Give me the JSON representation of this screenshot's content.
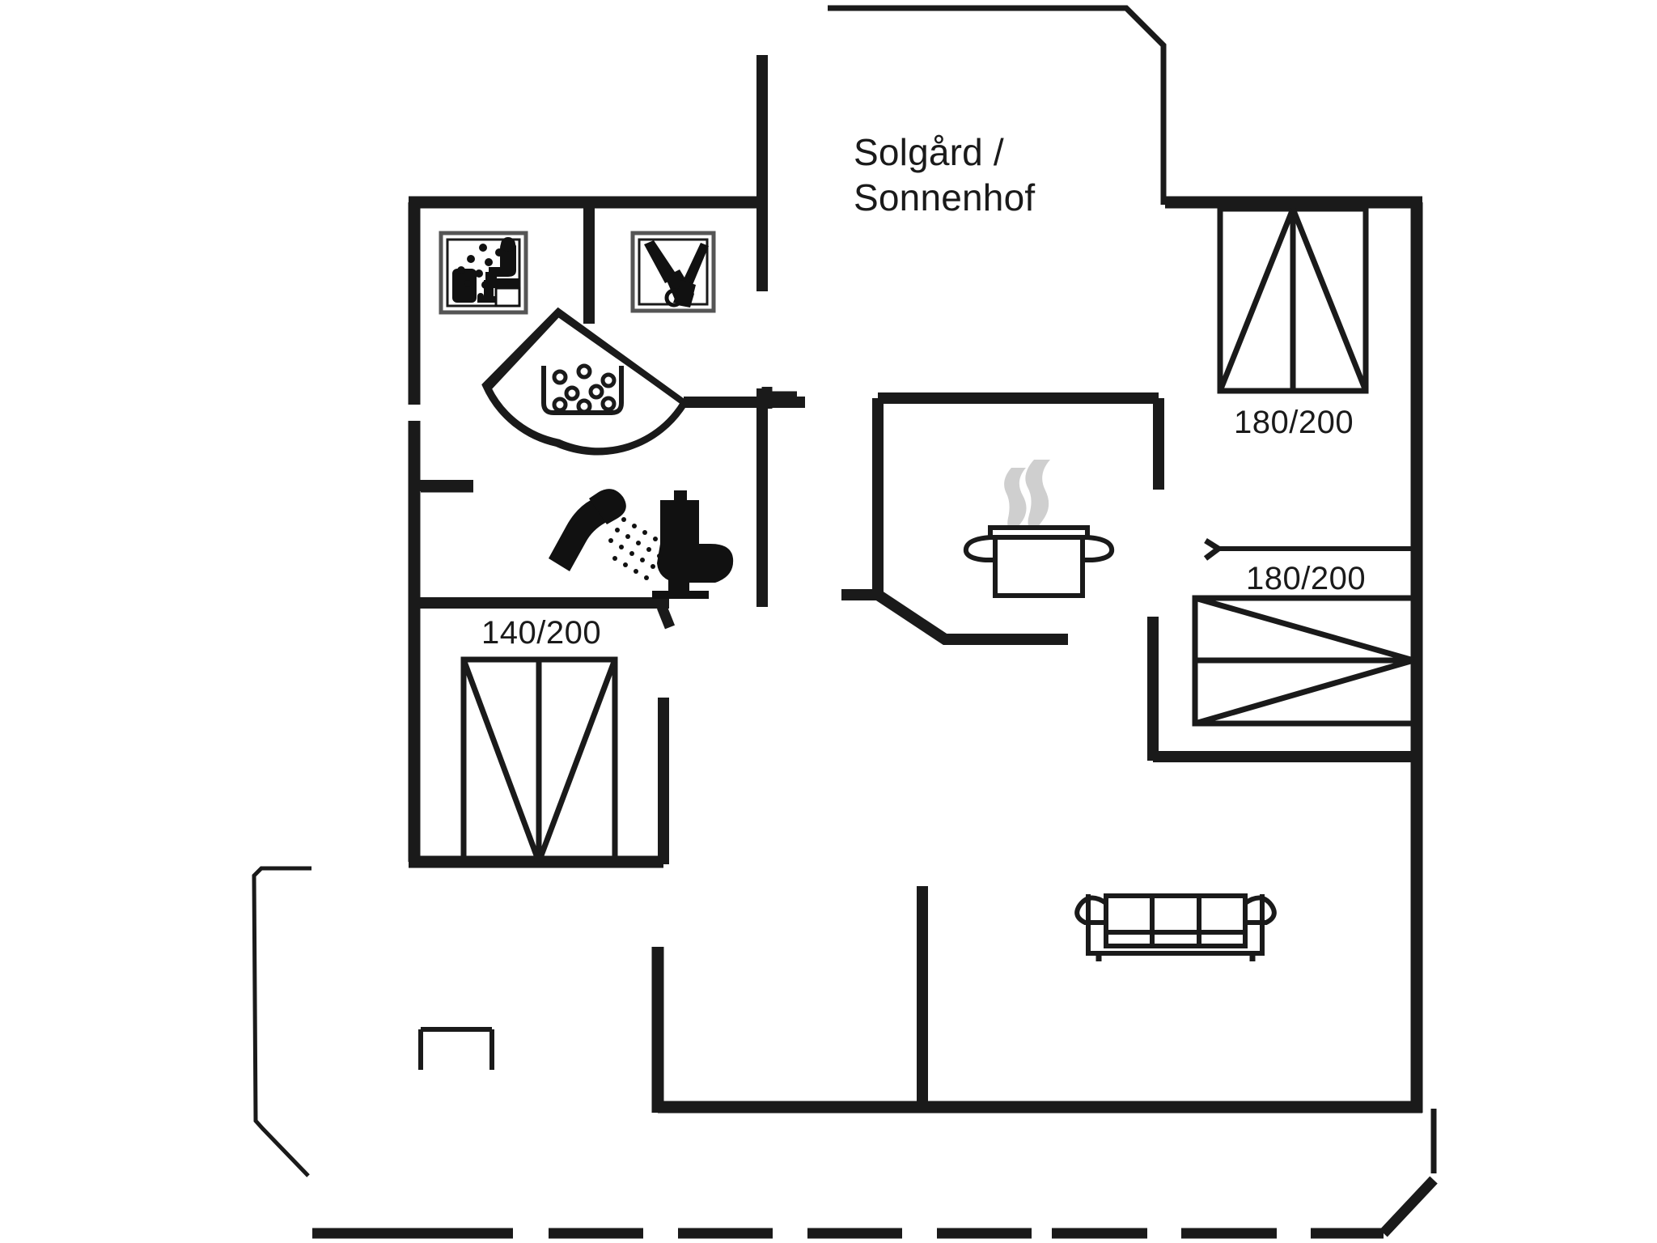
{
  "plan": {
    "title_line1": "Solgård /",
    "title_line2": "Sonnenhof",
    "title": "Solgård /\nSonnenhof",
    "stroke_color": "#1a1a1a",
    "thin_stroke_color": "#1a1a1a",
    "background_color": "#ffffff"
  },
  "beds": [
    {
      "id": "bed-double-top-right",
      "label": "180/200",
      "orientation": "vertical"
    },
    {
      "id": "bed-double-mid-right",
      "label": "180/200",
      "orientation": "horizontal"
    },
    {
      "id": "bed-double-left",
      "label": "140/200",
      "orientation": "vertical"
    }
  ],
  "icons": [
    {
      "id": "sauna-icon",
      "name": "sauna-icon",
      "description": "person seated on sauna bench with stove and steam"
    },
    {
      "id": "utility-icon",
      "name": "utility-room-icon",
      "description": "broom and mop cleaning tools"
    },
    {
      "id": "whirlpool-icon",
      "name": "whirlpool-icon",
      "description": "corner bathtub with bubbles"
    },
    {
      "id": "shower-icon",
      "name": "shower-icon",
      "description": "handheld shower head with spray"
    },
    {
      "id": "toilet-icon",
      "name": "toilet-icon",
      "description": "toilet with cistern"
    },
    {
      "id": "kitchen-icon",
      "name": "cooking-pot-icon",
      "description": "steaming cooking pot"
    },
    {
      "id": "sofa-icon",
      "name": "sofa-icon",
      "description": "three seat sofa plan view"
    }
  ]
}
